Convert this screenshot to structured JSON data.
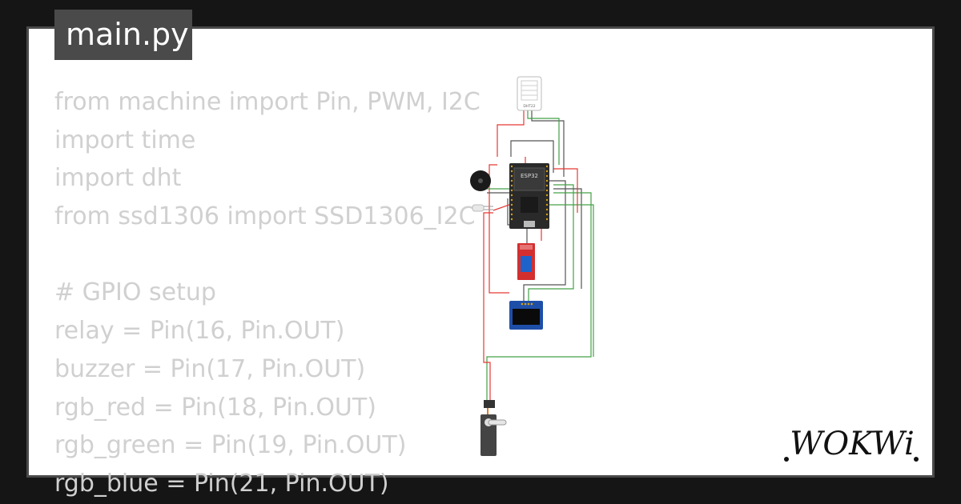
{
  "editor": {
    "tab_label": "main.py",
    "code_lines": [
      "from machine import Pin, PWM, I2C",
      "import time",
      "import dht",
      "from ssd1306 import SSD1306_I2C",
      "",
      "# GPIO setup",
      "relay = Pin(16, Pin.OUT)",
      "buzzer = Pin(17, Pin.OUT)",
      "rgb_red = Pin(18, Pin.OUT)",
      "rgb_green = Pin(19, Pin.OUT)",
      "rgb_blue = Pin(21, Pin.OUT)"
    ]
  },
  "diagram": {
    "esp32_label": "ESP32",
    "dht_label": "DHT22"
  },
  "brand": {
    "logo_text": "WOKWi"
  },
  "colors": {
    "frame": "#4a4a4a",
    "outer_background": "#151515",
    "code_text": "#d0d0d0",
    "wire_red": "#e53935",
    "wire_green": "#43a047",
    "wire_gray": "#555555"
  },
  "icons": [
    "dht22-sensor-icon",
    "buzzer-icon",
    "led-icon",
    "esp32-board-icon",
    "relay-module-icon",
    "oled-display-icon",
    "servo-motor-icon",
    "wokwi-logo"
  ]
}
